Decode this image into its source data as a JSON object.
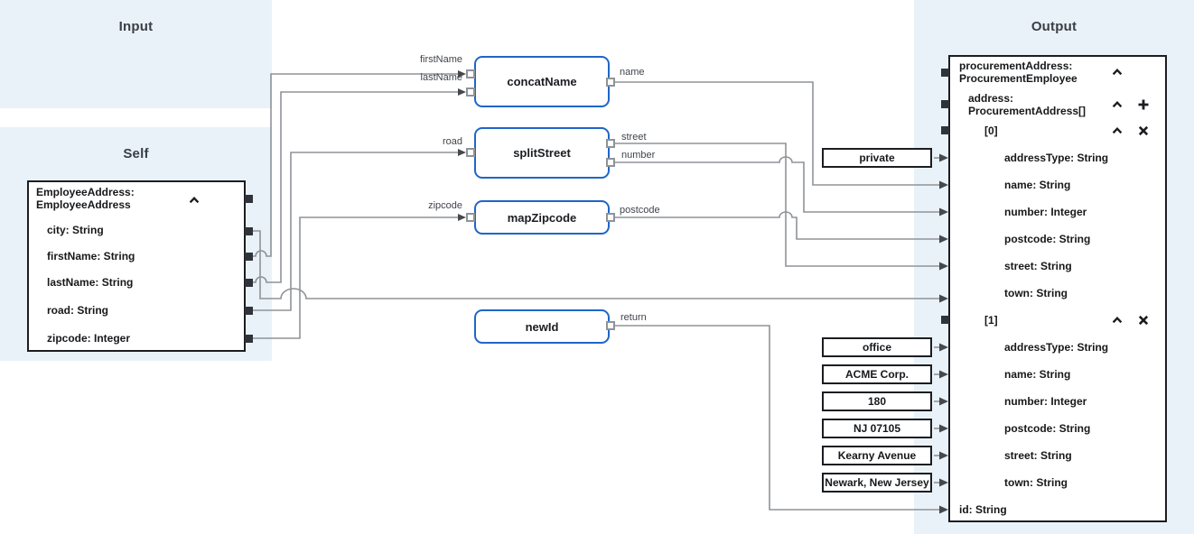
{
  "panels": {
    "input": {
      "title": "Input"
    },
    "self": {
      "title": "Self"
    },
    "output": {
      "title": "Output"
    }
  },
  "self_box": {
    "title_line1": "EmployeeAddress:",
    "title_line2": "EmployeeAddress",
    "fields": [
      "city: String",
      "firstName: String",
      "lastName: String",
      "road: String",
      "zipcode: Integer"
    ]
  },
  "functions": [
    {
      "name": "concatName",
      "inputs": [
        "firstName",
        "lastName"
      ],
      "outputs": [
        "name"
      ]
    },
    {
      "name": "splitStreet",
      "inputs": [
        "road"
      ],
      "outputs": [
        "street",
        "number"
      ]
    },
    {
      "name": "mapZipcode",
      "inputs": [
        "zipcode"
      ],
      "outputs": [
        "postcode"
      ]
    },
    {
      "name": "newId",
      "inputs": [],
      "outputs": [
        "return"
      ]
    }
  ],
  "constants": [
    {
      "label": "private"
    },
    {
      "label": "office"
    },
    {
      "label": "ACME Corp."
    },
    {
      "label": "180"
    },
    {
      "label": "NJ 07105"
    },
    {
      "label": "Kearny Avenue"
    },
    {
      "label": "Newark, New Jersey"
    }
  ],
  "output_box": {
    "root_line1": "procurementAddress:",
    "root_line2": "ProcurementEmployee",
    "address_line1": "address:",
    "address_line2": "ProcurementAddress[]",
    "item0_label": "[0]",
    "item1_label": "[1]",
    "fields": [
      "addressType: String",
      "name: String",
      "number: Integer",
      "postcode: String",
      "street: String",
      "town: String"
    ],
    "id_label": "id: String"
  },
  "icons": {
    "collapse": "chevron-up",
    "add_item": "plus",
    "delete_item": "x"
  },
  "colors": {
    "panel_bg": "#e9f2f9",
    "node_border": "#1b1d21",
    "function_border": "#1f66c7",
    "wire": "#8f9397",
    "arrow": "#45484c",
    "port_dark": "#30343a"
  },
  "connections": [
    {
      "from": "self.city",
      "to": "output.address[0].town"
    },
    {
      "from": "self.firstName",
      "to": "concatName.firstName"
    },
    {
      "from": "self.lastName",
      "to": "concatName.lastName"
    },
    {
      "from": "self.road",
      "to": "splitStreet.road"
    },
    {
      "from": "self.zipcode",
      "to": "mapZipcode.zipcode"
    },
    {
      "from": "concatName.name",
      "to": "output.address[0].name"
    },
    {
      "from": "splitStreet.street",
      "to": "output.address[0].street"
    },
    {
      "from": "splitStreet.number",
      "to": "output.address[0].number"
    },
    {
      "from": "mapZipcode.postcode",
      "to": "output.address[0].postcode"
    },
    {
      "from": "newId.return",
      "to": "output.id"
    },
    {
      "from": "constant:private",
      "to": "output.address[0].addressType"
    },
    {
      "from": "constant:office",
      "to": "output.address[1].addressType"
    },
    {
      "from": "constant:ACME Corp.",
      "to": "output.address[1].name"
    },
    {
      "from": "constant:180",
      "to": "output.address[1].number"
    },
    {
      "from": "constant:NJ 07105",
      "to": "output.address[1].postcode"
    },
    {
      "from": "constant:Kearny Avenue",
      "to": "output.address[1].street"
    },
    {
      "from": "constant:Newark, New Jersey",
      "to": "output.address[1].town"
    }
  ]
}
